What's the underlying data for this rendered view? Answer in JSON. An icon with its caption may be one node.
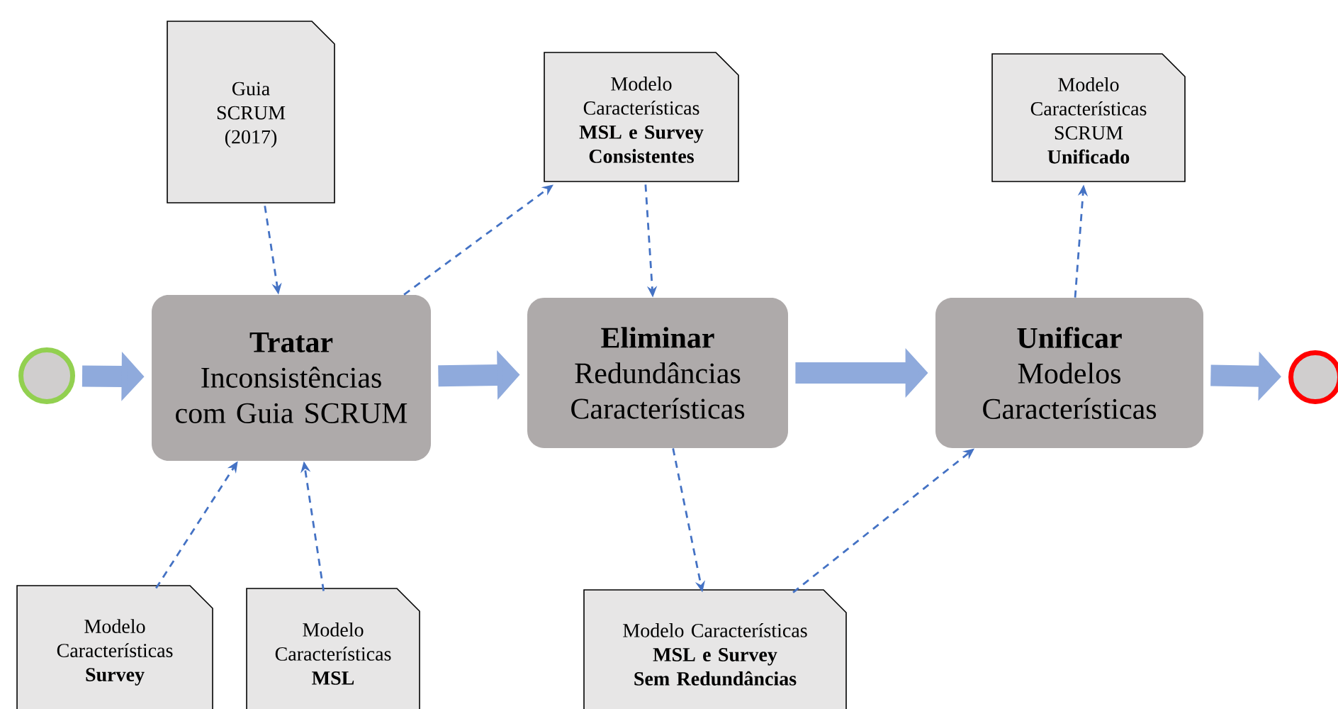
{
  "diagram": {
    "nodes": [
      {
        "text": [],
        "shape": "circle"
      },
      {
        "text": [
          "Tratar",
          "Inconsistências com Guia SCRUM"
        ]
      },
      {
        "text": [
          "Eliminar",
          "Redundâncias Características"
        ]
      },
      {
        "text": [
          "Unificar",
          "Modelos Características"
        ]
      },
      {
        "text": [],
        "shape": "circle"
      },
      {
        "text": [
          "Guia SCRUM (2017)"
        ]
      },
      {
        "text": [
          "Modelo Características",
          "MSL e Survey Consistentes"
        ]
      },
      {
        "text": [
          "Modelo Características SCRUM",
          "Unificado"
        ]
      },
      {
        "text": [
          "Modelo Características",
          "Survey"
        ]
      },
      {
        "text": [
          "Modelo Características",
          "MSL"
        ]
      },
      {
        "text": [
          "Modelo Características",
          "MSL e Survey Sem Redundâncias"
        ]
      }
    ],
    "edges": [
      {
        "from": 0,
        "to": 1,
        "arrow": "to",
        "style": "thick",
        "color": "#8faadc"
      },
      {
        "from": 1,
        "to": 2,
        "arrow": "to",
        "style": "thick",
        "color": "#8faadc"
      },
      {
        "from": 2,
        "to": 3,
        "arrow": "to",
        "style": "thick",
        "color": "#8faadc"
      },
      {
        "from": 3,
        "to": 4,
        "arrow": "to",
        "style": "thick",
        "color": "#8faadc"
      },
      {
        "from": 5,
        "to": 1,
        "arrow": "to",
        "style": "dashed"
      },
      {
        "from": 1,
        "to": 6,
        "arrow": "to",
        "style": "dashed"
      },
      {
        "from": 6,
        "to": 2,
        "arrow": "to",
        "style": "dashed"
      },
      {
        "from": 3,
        "to": 7,
        "arrow": "to",
        "style": "dashed"
      },
      {
        "from": 8,
        "to": 1,
        "arrow": "to",
        "style": "dashed"
      },
      {
        "from": 9,
        "to": 1,
        "arrow": "to",
        "style": "dashed"
      },
      {
        "from": 2,
        "to": 10,
        "arrow": "to",
        "style": "dashed"
      },
      {
        "from": 10,
        "to": 3,
        "arrow": "to",
        "style": "dashed"
      }
    ]
  }
}
